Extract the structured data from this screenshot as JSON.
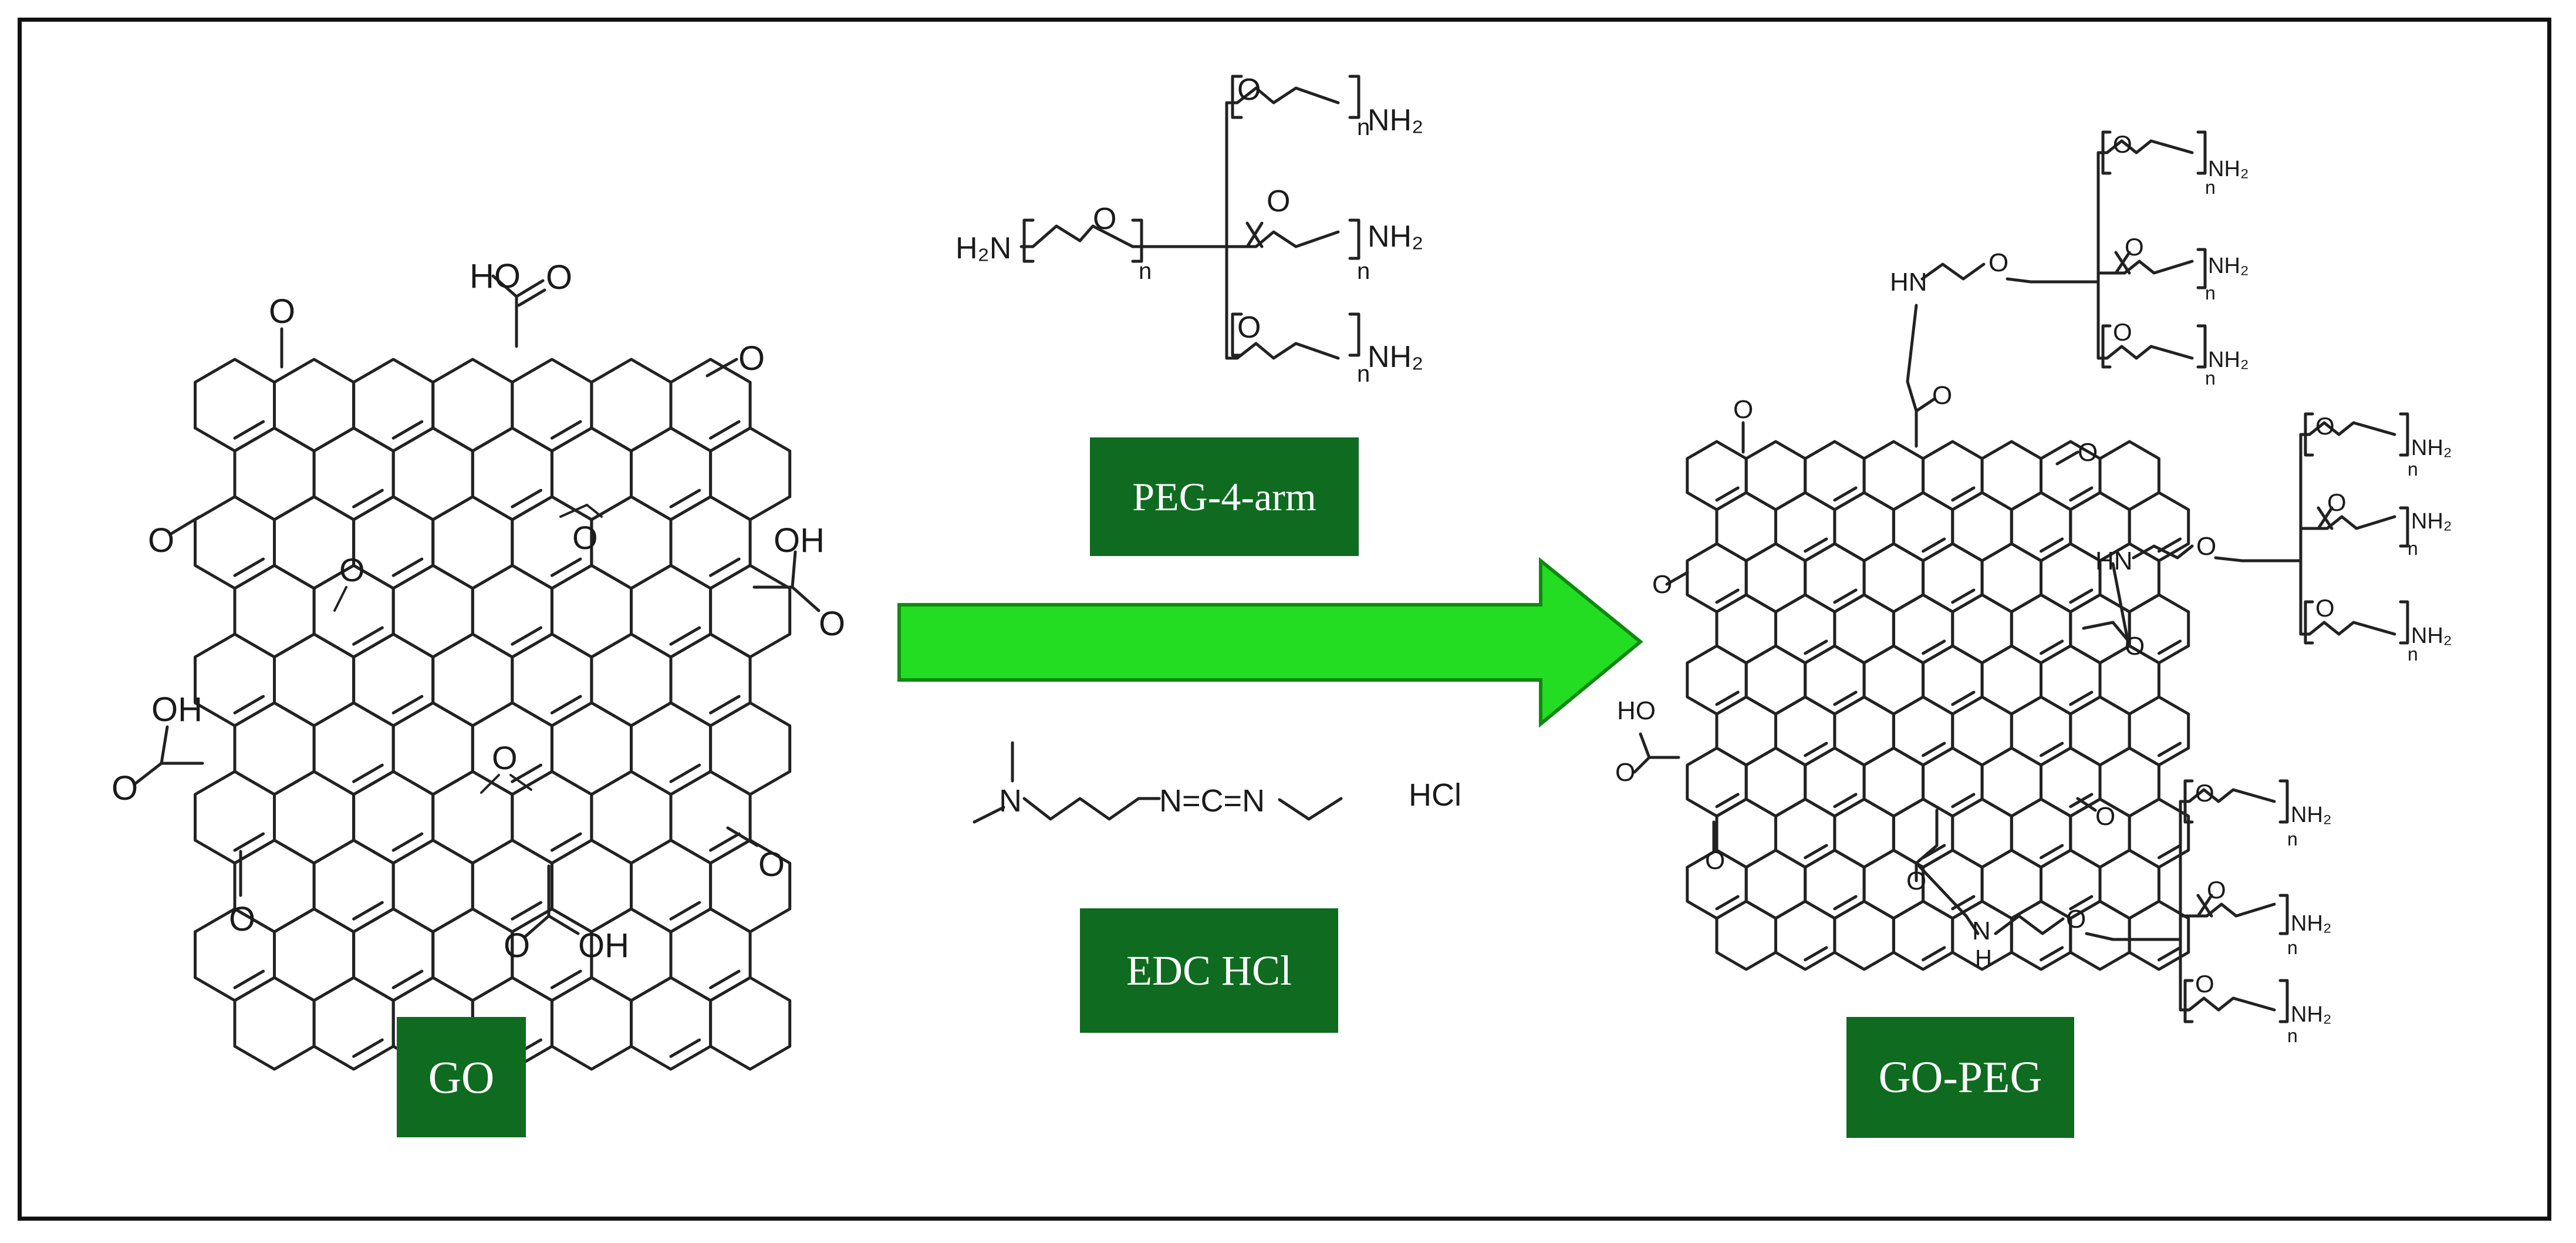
{
  "labels": {
    "go": "GO",
    "peg": "PEG-4-arm",
    "edc": "EDC HCl",
    "go_peg": "GO-PEG"
  },
  "atoms": {
    "oxygen": "O",
    "hydroxyl_right": "OH",
    "hydroxyl_left": "HO",
    "amine": "NH₂",
    "amine_left": "H₂N",
    "repeat": "n",
    "amide_nh": "HN",
    "amide_n": "N",
    "amide_h": "H",
    "nitrogen": "N",
    "carbodiimide": "N=C=N",
    "hcl": "HCl"
  },
  "colors": {
    "label_box": "#0f6b20",
    "arrow_fill": "#22dd22",
    "arrow_stroke": "#118811",
    "border": "#111111",
    "bond": "#222222"
  },
  "icons": {
    "arrow": "right-arrow-icon"
  }
}
